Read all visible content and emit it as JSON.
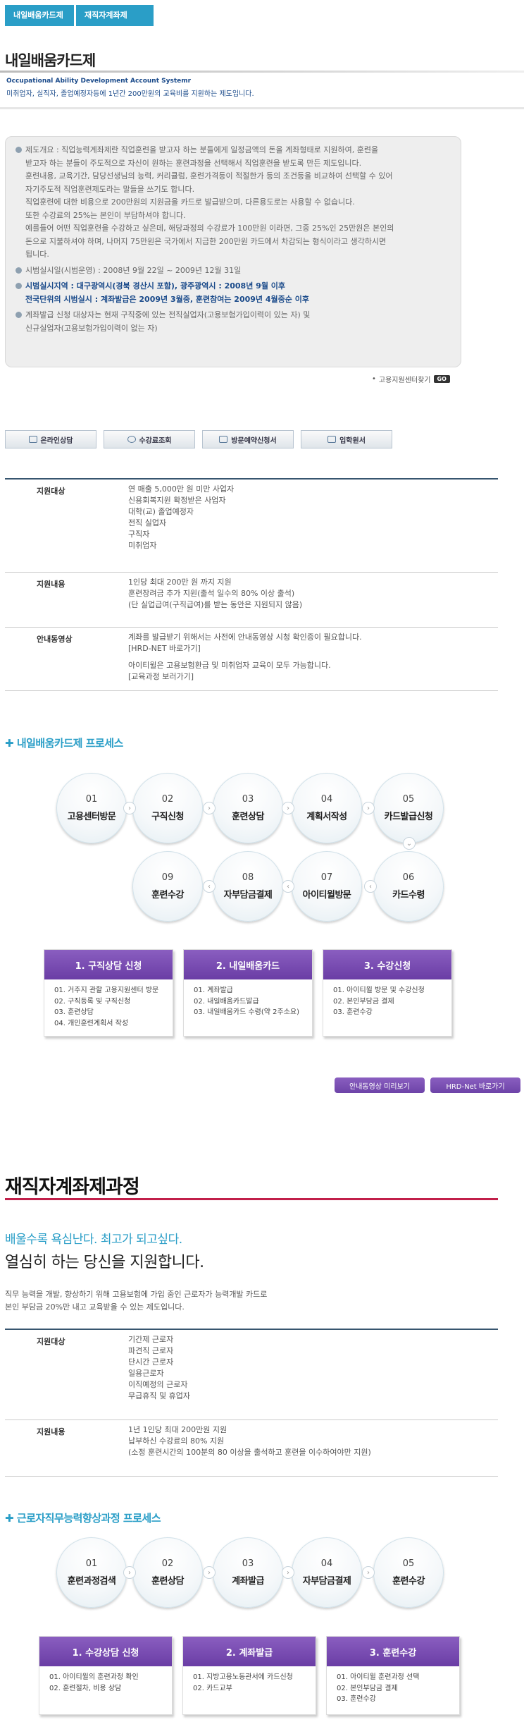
{
  "tabs": [
    "내일배움카드제",
    "재직자계좌제"
  ],
  "section1": {
    "title": "내일배움카드제",
    "subtitle_en": "Occupational Ability Development Account Systemr",
    "subtitle_ko": "미취업자, 실직자, 졸업예정자등에 1년간 200만원의 교육비를 지원하는 제도입니다.",
    "info": [
      {
        "type": "bullet",
        "text": "제도개요 :   직업능력계좌제란 직업훈련을 받고자 하는 분들에게 일정금액의 돈을 계좌형태로 지원하여, 훈련을"
      },
      {
        "type": "text",
        "text": "받고자 하는 분들이 주도적으로 자신이 원하는 훈련과정을 선택해서 직업훈련을 받도록 만든 제도입니다."
      },
      {
        "type": "text",
        "text": "훈련내용, 교육기간, 담당선생님의 능력, 커리큘럼, 훈련가격등이 적절한가 등의 조건등을 비교하여 선택할 수 있어"
      },
      {
        "type": "text",
        "text": "자기주도적 직업훈련제도라는 말들을 쓰기도 합니다."
      },
      {
        "type": "text",
        "text": "직업훈련에 대한 비용으로 200만원의 지원금을 카드로 발급받으며, 다른용도로는 사용할 수 없습니다."
      },
      {
        "type": "text",
        "text": "또한 수강료의 25%는 본인이 부담하셔야 합니다."
      },
      {
        "type": "text",
        "text": "예를들어 어떤 직업훈련을 수강하고 싶은데, 해당과정의 수강료가 100만원 이라면, 그중 25%인 25만원은 본인의"
      },
      {
        "type": "text",
        "text": "돈으로 지불하셔야 하며, 나머지 75만원은 국가에서 지급한 200만원 카드에서 차감되는 형식이라고 생각하시면"
      },
      {
        "type": "text",
        "text": "됩니다."
      },
      {
        "type": "gap"
      },
      {
        "type": "bullet",
        "text": "시범실시일(시범운영) : 2008년 9월 22일 ~ 2009년 12월 31일"
      },
      {
        "type": "gap"
      },
      {
        "type": "bullet-hl",
        "text": "시범실시지역 :  대구광역시(경북 경산시 포함), 광주광역시 : 2008년 9월 이후"
      },
      {
        "type": "text-hl",
        "text": "전국단위의 시범실시 : 계좌발급은 2009년 3월중, 훈련참여는 2009년 4월중순 이후"
      },
      {
        "type": "gap"
      },
      {
        "type": "bullet",
        "text": "계좌발급 신청 대상자는 현재 구직중에 있는 전직실업자(고용보험가입이력이 있는 자) 및"
      },
      {
        "type": "text",
        "text": "신규실업자(고용보험가입이력이 없는 자)"
      }
    ],
    "go_label": "고용지원센터찾기",
    "go_btn": "GO",
    "buttons": [
      "온라인상담",
      "수강료조회",
      "방문예약신청서",
      "입학원서"
    ],
    "table": [
      {
        "head": "지원대상",
        "lines": [
          "연 매출 5,000만 원 미만 사업자",
          "신용회복지원 확정받은 사업자",
          "대학(교) 졸업예정자",
          "전직 실업자",
          "구직자",
          "미취업자"
        ]
      },
      {
        "head": "지원내용",
        "lines": [
          "1인당 최대 200만 원 까지 지원",
          "훈련장려금 추가 지원(출석 일수의 80% 이상 출석)",
          "(단 실업급여(구직급여)를 받는 동안은 지원되지 않음)"
        ]
      },
      {
        "head": "안내동영상",
        "lines": [
          "계좌를 발급받기 위해서는 사전에 안내동영상 시청 확인증이 필요합니다.",
          "[HRD-NET 바로가기]",
          "",
          "아이티윌은 고용보험환급 및 미취업자 교육이 모두 가능합니다.",
          "[교육과정 보러가기]"
        ]
      }
    ],
    "process_title": "내일배움카드제 프로세스",
    "steps": [
      {
        "n": "01",
        "label": "고용센터방문"
      },
      {
        "n": "02",
        "label": "구직신청"
      },
      {
        "n": "03",
        "label": "훈련상담"
      },
      {
        "n": "04",
        "label": "계획서작성"
      },
      {
        "n": "05",
        "label": "카드발급신청"
      },
      {
        "n": "06",
        "label": "카드수령"
      },
      {
        "n": "07",
        "label": "아이티윌방문"
      },
      {
        "n": "08",
        "label": "자부담금결제"
      },
      {
        "n": "09",
        "label": "훈련수강"
      }
    ],
    "cards": [
      {
        "title": "1. 구직상담 신청",
        "items": [
          "01. 거주지 관할 고용지원센터 방문",
          "02. 구직등록 및 구직신청",
          "03. 훈련상담",
          "04. 개인훈련계획서 작성"
        ]
      },
      {
        "title": "2. 내일배움카드",
        "items": [
          "01. 계좌발급",
          "02. 내일배움카드발급",
          "03. 내일배움카드 수령(약 2주소요)"
        ]
      },
      {
        "title": "3. 수강신청",
        "items": [
          "01. 아이티윌 방문 및 수강신청",
          "02. 본인부담금 결제",
          "03. 훈련수강"
        ]
      }
    ],
    "purple_buttons": [
      "안내동영상 미리보기",
      "HRD-Net 바로가기"
    ]
  },
  "section2": {
    "title": "재직자계좌제과정",
    "slogan1": "배울수록 욕심난다. 최고가 되고싶다.",
    "slogan2": "열심히 하는 당신을 지원합니다.",
    "intro": [
      "직무 능력을 개발, 향상하기 위해 고용보험에 가입 중인 근로자가 능력개발 카드로",
      "본인 부담금 20%만 내고 교육받을 수 있는 제도입니다."
    ],
    "table": [
      {
        "head": "지원대상",
        "lines": [
          "기간제 근로자",
          "파견직 근로자",
          "단시간 근로자",
          "일용근로자",
          "이직예정의 근로자",
          "무급휴직 및 휴업자"
        ]
      },
      {
        "head": "지원내용",
        "lines": [
          "1년 1인당 최대 200만원 지원",
          "납부하신 수강료의 80% 지원",
          "(소정 훈련시간의 100분의 80 이상을 출석하고 훈련을 이수하여야만 지원)"
        ]
      }
    ],
    "process_title": "근로자직무능력향상과정 프로세스",
    "steps": [
      {
        "n": "01",
        "label": "훈련과정검색"
      },
      {
        "n": "02",
        "label": "훈련상담"
      },
      {
        "n": "03",
        "label": "계좌발급"
      },
      {
        "n": "04",
        "label": "자부담금결제"
      },
      {
        "n": "05",
        "label": "훈련수강"
      }
    ],
    "cards": [
      {
        "title": "1. 수강상담 신청",
        "items": [
          "01. 아이티윌의 훈련과정 확인",
          "02. 훈련절차, 비용 상담"
        ]
      },
      {
        "title": "2. 계좌발급",
        "items": [
          "01. 지방고용노동관서에 카드신청",
          "02. 카드교부"
        ]
      },
      {
        "title": "3. 훈련수강",
        "items": [
          "01. 아이티윌 훈련과정 선택",
          "02. 본인부담금 결제",
          "03. 훈련수강"
        ]
      }
    ]
  }
}
